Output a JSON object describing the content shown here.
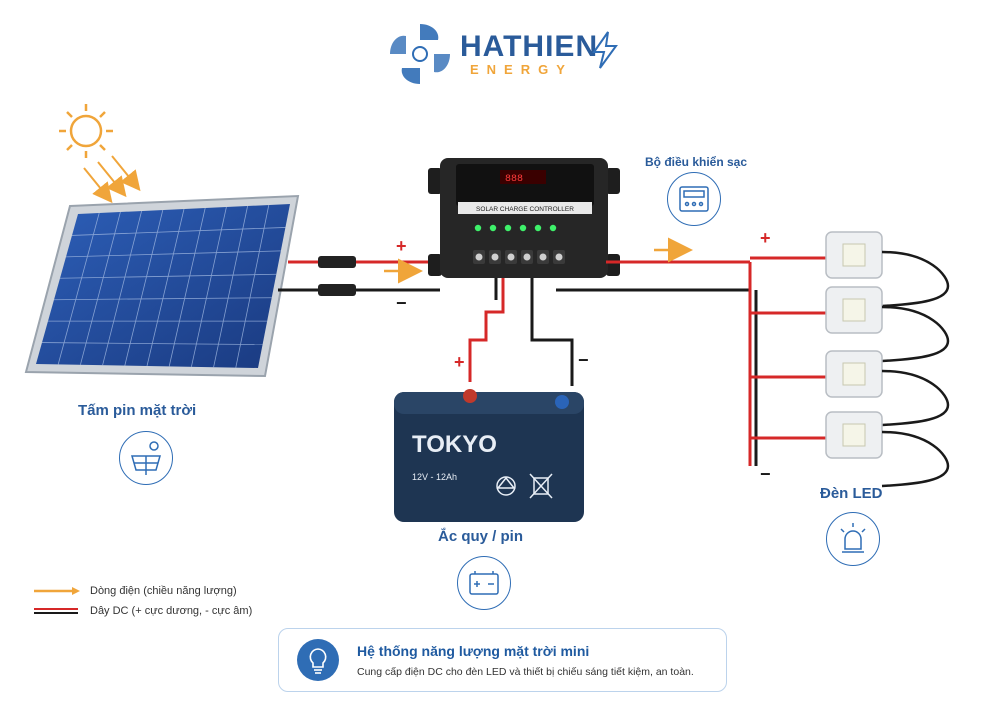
{
  "brand": {
    "name": "HATHIEN",
    "sub": "ENERGY"
  },
  "labels": {
    "panel": "Tấm pin mặt trời",
    "controller": "Bộ điều khiển sạc",
    "battery": "Ắc quy / pin",
    "led": "Đèn LED"
  },
  "controller_face": {
    "title": "SOLAR CHARGE CONTROLLER"
  },
  "battery_face": {
    "brand": "TOKYO",
    "spec": "12V - 12Ah"
  },
  "signs": {
    "plus": "+",
    "minus": "−"
  },
  "legend": {
    "current": "Dòng điện (chiều năng lượng)",
    "wire": "Dây DC (+ cực dương, - cực âm)"
  },
  "banner": {
    "title": "Hệ thống năng lượng mặt trời mini",
    "subtitle": "Cung cấp điện DC cho đèn LED và thiết bị chiếu sáng tiết kiệm, an toàn."
  },
  "colors": {
    "brand_blue": "#2a5b9a",
    "accent_orange": "#f0a53a",
    "wire_red": "#d62828",
    "wire_black": "#1a1a1a"
  },
  "icons": [
    "sun-icon",
    "solar-panel-icon",
    "controller-icon",
    "battery-icon",
    "led-lamp-icon",
    "lightbulb-icon",
    "logo-mark-icon",
    "lightning-icon"
  ]
}
